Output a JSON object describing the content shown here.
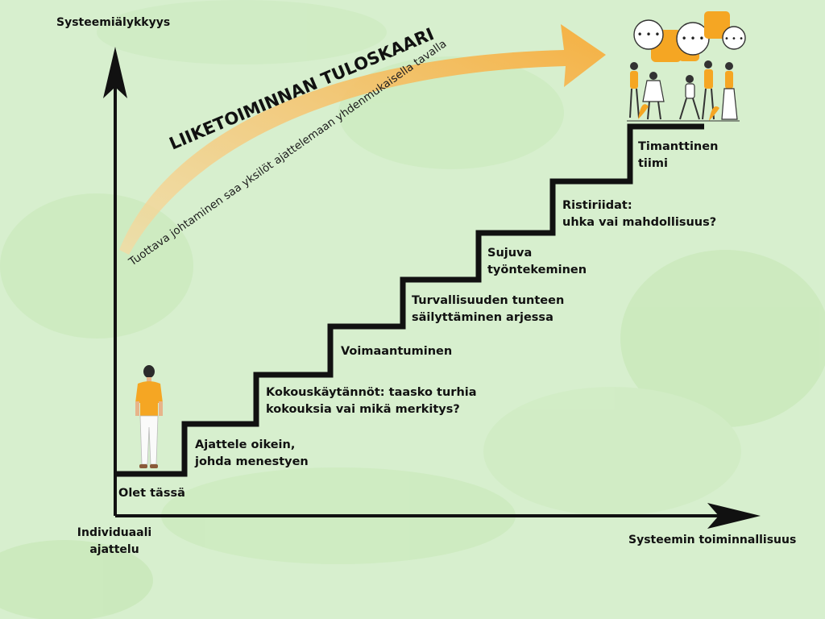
{
  "axes": {
    "y_title": "Systeemiälykkyys",
    "x_origin_lines": [
      "Individuaali",
      "ajattelu"
    ],
    "x_title": "Systeemin toiminnallisuus"
  },
  "arc": {
    "title": "LIIKETOIMINNAN TULOSKAARI",
    "subtitle": "Tuottava johtaminen saa yksilöt ajattelemaan yhdenmukaisella tavalla"
  },
  "steps": [
    {
      "lines": [
        "Olet tässä"
      ]
    },
    {
      "lines": [
        "Ajattele oikein,",
        "johda menestyen"
      ]
    },
    {
      "lines": [
        "Kokouskäytännöt: taasko turhia",
        "kokouksia vai mikä merkitys?"
      ]
    },
    {
      "lines": [
        "Voimaantuminen"
      ]
    },
    {
      "lines": [
        "Turvallisuuden tunteen",
        "säilyttäminen arjessa"
      ]
    },
    {
      "lines": [
        "Sujuva",
        "työntekeminen"
      ]
    },
    {
      "lines": [
        "Ristiriidat:",
        "uhka vai mahdollisuus?"
      ]
    },
    {
      "lines": [
        "Timanttinen",
        "tiimi"
      ]
    }
  ],
  "colors": {
    "background": "#d7efce",
    "arc_orange": "#f5b041",
    "figure_orange": "#f5a623",
    "ink": "#111111"
  },
  "icons": [
    "person-icon",
    "team-icon",
    "speech-bubble-icon"
  ]
}
